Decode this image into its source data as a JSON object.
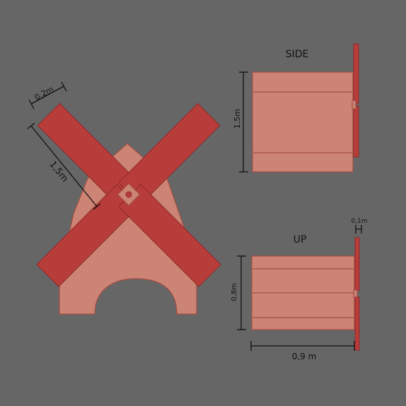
{
  "colors": {
    "background": "#666666",
    "body": "#cc8474",
    "body_stroke": "#a14f45",
    "blade": "#b83d3a",
    "blade_stroke": "#8c2b2a",
    "ink": "#111111"
  },
  "front_view": {
    "blade_width_label": "0,2m",
    "blade_length_label": "1,5m"
  },
  "side_view": {
    "title": "SIDE",
    "height_label": "1,5m"
  },
  "top_view": {
    "title": "UP",
    "thickness_label": "0,1m",
    "depth_label": "0,8m",
    "width_label": "0,9 m"
  }
}
